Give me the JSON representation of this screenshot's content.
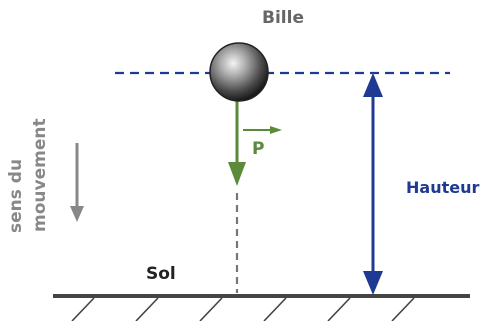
{
  "labels": {
    "ball": "Bille",
    "ground": "Sol",
    "height": "Hauteur",
    "force": "P",
    "direction_line1": "sens du",
    "direction_line2": "mouvement"
  },
  "colors": {
    "reference_line": "#1f3a93",
    "height_arrow": "#1f3a93",
    "weight_vector": "#5a8a3a",
    "direction_arrow": "#888888",
    "ground": "#444444"
  }
}
